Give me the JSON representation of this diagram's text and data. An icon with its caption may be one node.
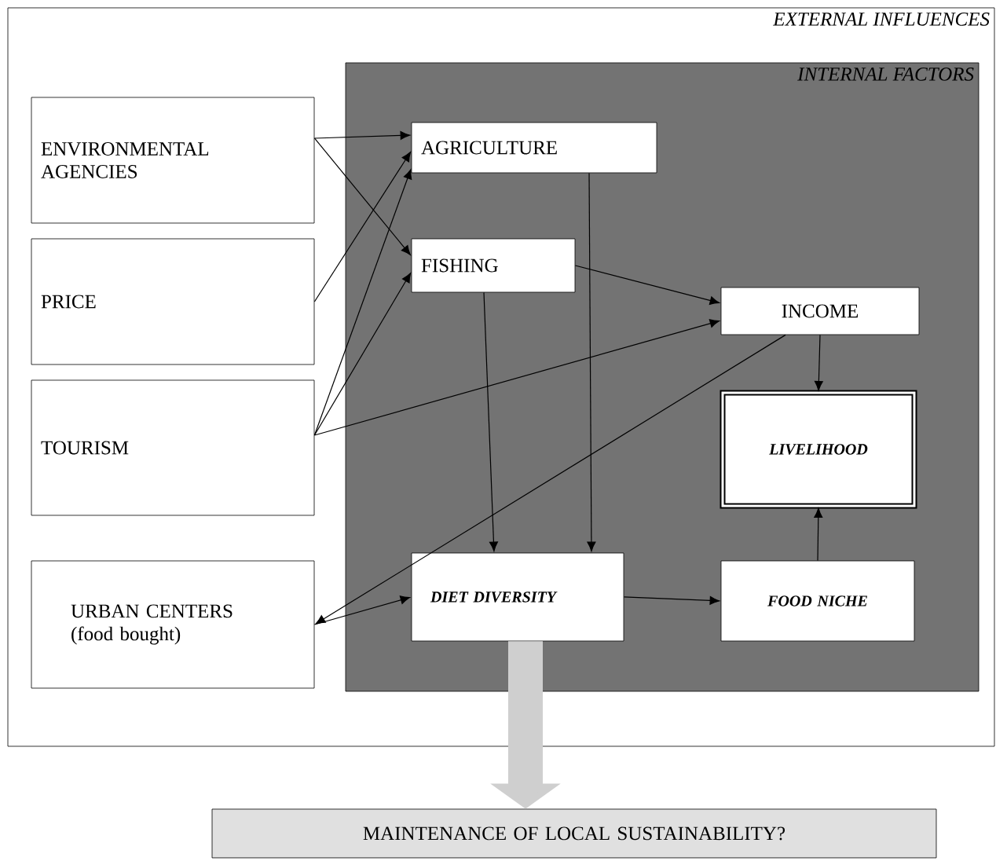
{
  "diagram": {
    "nodes": [
      {
        "text": [
          "EXTERNAL INFLUENCES"
        ]
      },
      {
        "text": [
          "INTERNAL FACTORS"
        ],
        "in": 0
      },
      {
        "text": [
          "ENVIRONMENTAL AGENCIES"
        ],
        "in": 0
      },
      {
        "text": [
          "PRICE"
        ],
        "in": 0
      },
      {
        "text": [
          "TOURISM"
        ],
        "in": 0
      },
      {
        "text": [
          "URBAN CENTERS (food bought)"
        ],
        "in": 0
      },
      {
        "text": [
          "AGRICULTURE"
        ],
        "in": 1
      },
      {
        "text": [
          "FISHING"
        ],
        "in": 1
      },
      {
        "text": [
          "INCOME"
        ],
        "in": 1
      },
      {
        "text": [
          "LIVELIHOOD"
        ],
        "in": 1
      },
      {
        "text": [
          "DIET DIVERSITY"
        ],
        "in": 1
      },
      {
        "text": [
          "FOOD NICHE"
        ],
        "in": 1
      },
      {
        "text": [
          "MAINTENANCE OF LOCAL SUSTAINABILITY?"
        ]
      }
    ],
    "edges": [
      {
        "from": 2,
        "to": 6,
        "arrow": "to"
      },
      {
        "from": 2,
        "to": 7,
        "arrow": "to"
      },
      {
        "from": 3,
        "to": 6,
        "arrow": "to"
      },
      {
        "from": 4,
        "to": 6,
        "arrow": "to"
      },
      {
        "from": 4,
        "to": 7,
        "arrow": "to"
      },
      {
        "from": 4,
        "to": 8,
        "arrow": "to"
      },
      {
        "from": 7,
        "to": 8,
        "arrow": "to"
      },
      {
        "from": 6,
        "to": 10,
        "arrow": "to"
      },
      {
        "from": 7,
        "to": 10,
        "arrow": "to"
      },
      {
        "from": 8,
        "to": 9,
        "arrow": "to"
      },
      {
        "from": 8,
        "to": 5,
        "arrow": "to"
      },
      {
        "from": 5,
        "to": 10,
        "arrow": "to"
      },
      {
        "from": 10,
        "to": 11,
        "arrow": "to"
      },
      {
        "from": 11,
        "to": 9,
        "arrow": "to"
      },
      {
        "from": 10,
        "to": 12,
        "arrow": "to",
        "style": "thick",
        "color": "#cfcfcf"
      }
    ]
  }
}
